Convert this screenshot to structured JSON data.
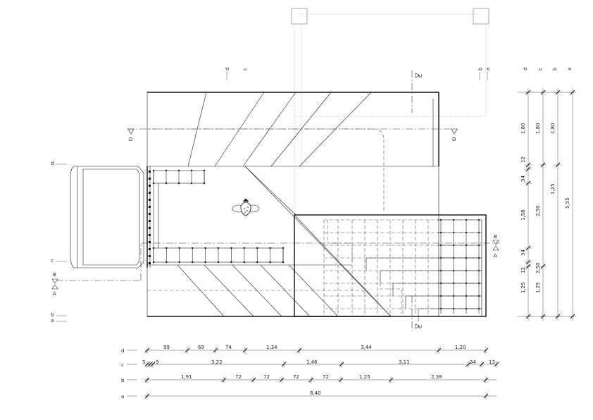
{
  "axis_labels": {
    "d": "d",
    "c": "c",
    "b": "b",
    "a": "a"
  },
  "sections": {
    "B": "B",
    "A": "A",
    "C": "C",
    "D": "D"
  },
  "dims": {
    "row_d": [
      "99",
      "69",
      "74",
      "1,34",
      "3,44",
      "1,20"
    ],
    "row_c": [
      "5",
      "9",
      "3,22",
      "1,46",
      "3,11",
      "34",
      "13"
    ],
    "row_b": [
      "1,91",
      "72",
      "72",
      "72",
      "72",
      "1,25",
      "2,38"
    ],
    "row_a": [
      "8,40"
    ],
    "col_d": [
      "1,80",
      "12",
      "34",
      "1,58",
      "34",
      "12",
      "1,25"
    ],
    "col_c": [
      "1,80",
      "2,50",
      "2,50",
      "1,25"
    ],
    "col_b": [
      "1,80",
      "1,25"
    ],
    "col_a": [
      "5,55"
    ]
  }
}
